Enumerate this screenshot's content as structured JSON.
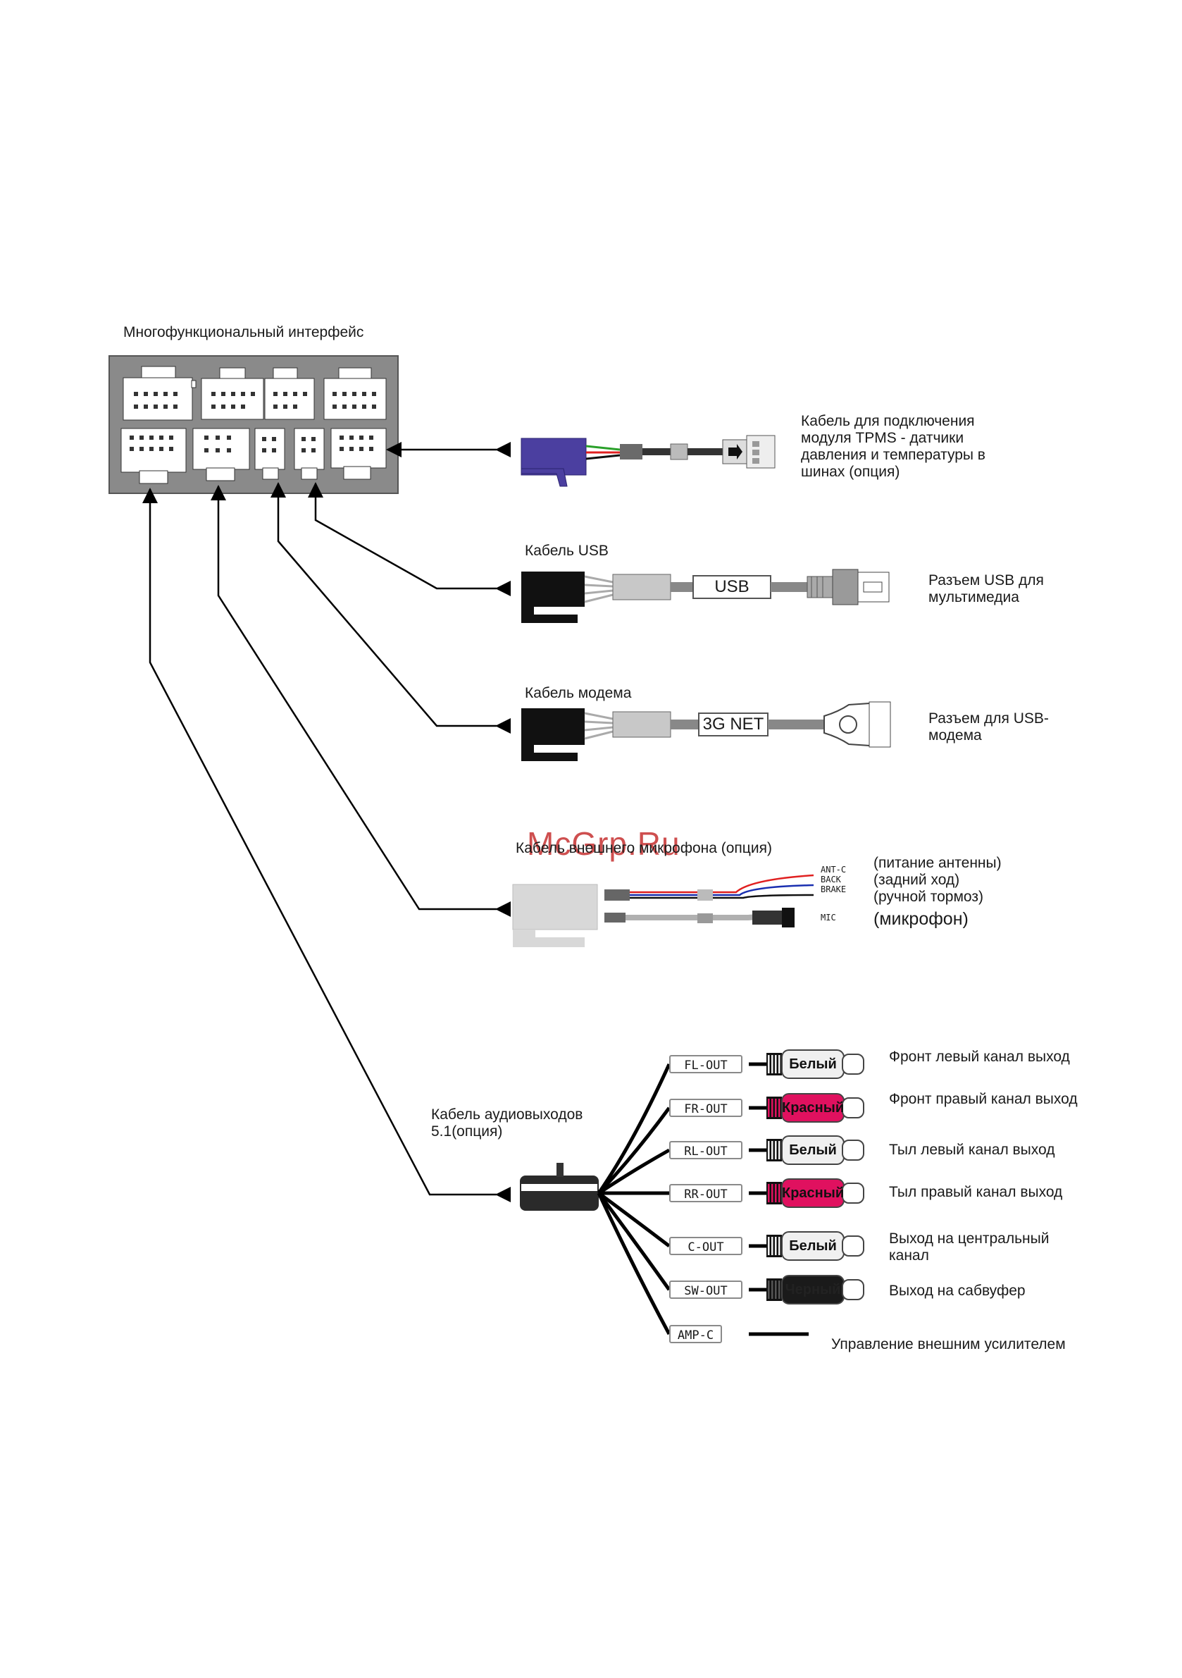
{
  "interface": {
    "title": "Многофункциональный интерфейс"
  },
  "watermark": "McGrp.Ru",
  "cables": {
    "tpms": {
      "description": "Кабель для подключения модуля TPMS - датчики давления и температуры в шинах (опция)"
    },
    "usb": {
      "title": "Кабель USB",
      "plug_label": "USB",
      "connector_desc": "Разъем USB для мультимедиа"
    },
    "modem": {
      "title": "Кабель модема",
      "plug_label": "3G NET",
      "connector_desc": "Разъем для USB-модема"
    },
    "mic": {
      "title": "Кабель внешнего микрофона (опция)",
      "wires": [
        {
          "tag": "ANT-C",
          "desc": "(питание антенны)",
          "color": "#e02020"
        },
        {
          "tag": "BACK",
          "desc": "(задний ход)",
          "color": "#1a2fb0"
        },
        {
          "tag": "BRAKE",
          "desc": "(ручной тормоз)",
          "color": "#111111"
        },
        {
          "tag": "MIC",
          "desc": "(микрофон)",
          "color": "#b0b0b0"
        }
      ]
    },
    "audio": {
      "title": "Кабель аудиовыходов 5.1(опция)",
      "outputs": [
        {
          "tag": "FL-OUT",
          "color_name": "Белый",
          "color": "#f0f0f0",
          "desc": "Фронт левый канал выход"
        },
        {
          "tag": "FR-OUT",
          "color_name": "Красный",
          "color": "#e0115f",
          "desc": "Фронт правый канал выход"
        },
        {
          "tag": "RL-OUT",
          "color_name": "Белый",
          "color": "#f0f0f0",
          "desc": "Тыл левый канал выход"
        },
        {
          "tag": "RR-OUT",
          "color_name": "Красный",
          "color": "#e0115f",
          "desc": "Тыл правый канал выход"
        },
        {
          "tag": "C-OUT",
          "color_name": "Белый",
          "color": "#f0f0f0",
          "desc": "Выход на центральный канал"
        },
        {
          "tag": "SW-OUT",
          "color_name": "Черный",
          "color": "#1a1a1a",
          "desc": "Выход на сабвуфер"
        }
      ],
      "amp": {
        "tag": "AMP-C",
        "desc": "Управление внешним усилителем"
      }
    }
  }
}
